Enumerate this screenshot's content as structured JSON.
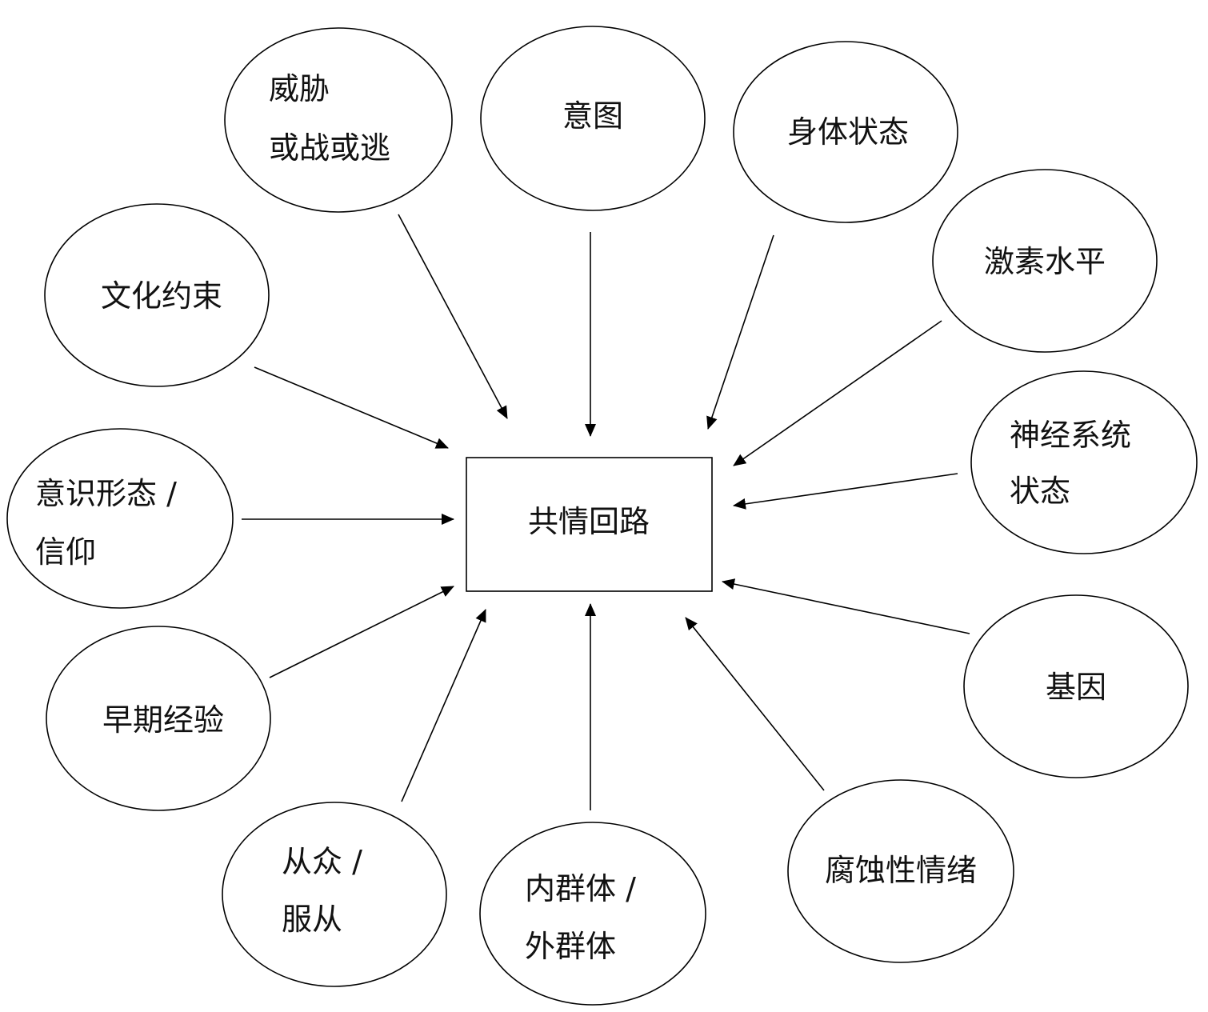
{
  "center": {
    "label": "共情回路"
  },
  "nodes": [
    {
      "id": "threat",
      "lines": [
        "威胁",
        "或战或逃"
      ]
    },
    {
      "id": "intent",
      "lines": [
        "意图"
      ]
    },
    {
      "id": "body-state",
      "lines": [
        "身体状态"
      ]
    },
    {
      "id": "hormone-level",
      "lines": [
        "激素水平"
      ]
    },
    {
      "id": "nervous-system-state",
      "lines": [
        "神经系统",
        "状态"
      ]
    },
    {
      "id": "genes",
      "lines": [
        "基因"
      ]
    },
    {
      "id": "corrosive-emotion",
      "lines": [
        "腐蚀性情绪"
      ]
    },
    {
      "id": "ingroup-outgroup",
      "lines": [
        "内群体 /",
        "外群体"
      ]
    },
    {
      "id": "conformity",
      "lines": [
        "从众 /",
        "服从"
      ]
    },
    {
      "id": "early-experience",
      "lines": [
        "早期经验"
      ]
    },
    {
      "id": "ideology",
      "lines": [
        "意识形态 /",
        "信仰"
      ]
    },
    {
      "id": "cultural-constraint",
      "lines": [
        "文化约束"
      ]
    }
  ],
  "colors": {
    "stroke": "#000000",
    "text": "#111111",
    "background": "#ffffff"
  }
}
